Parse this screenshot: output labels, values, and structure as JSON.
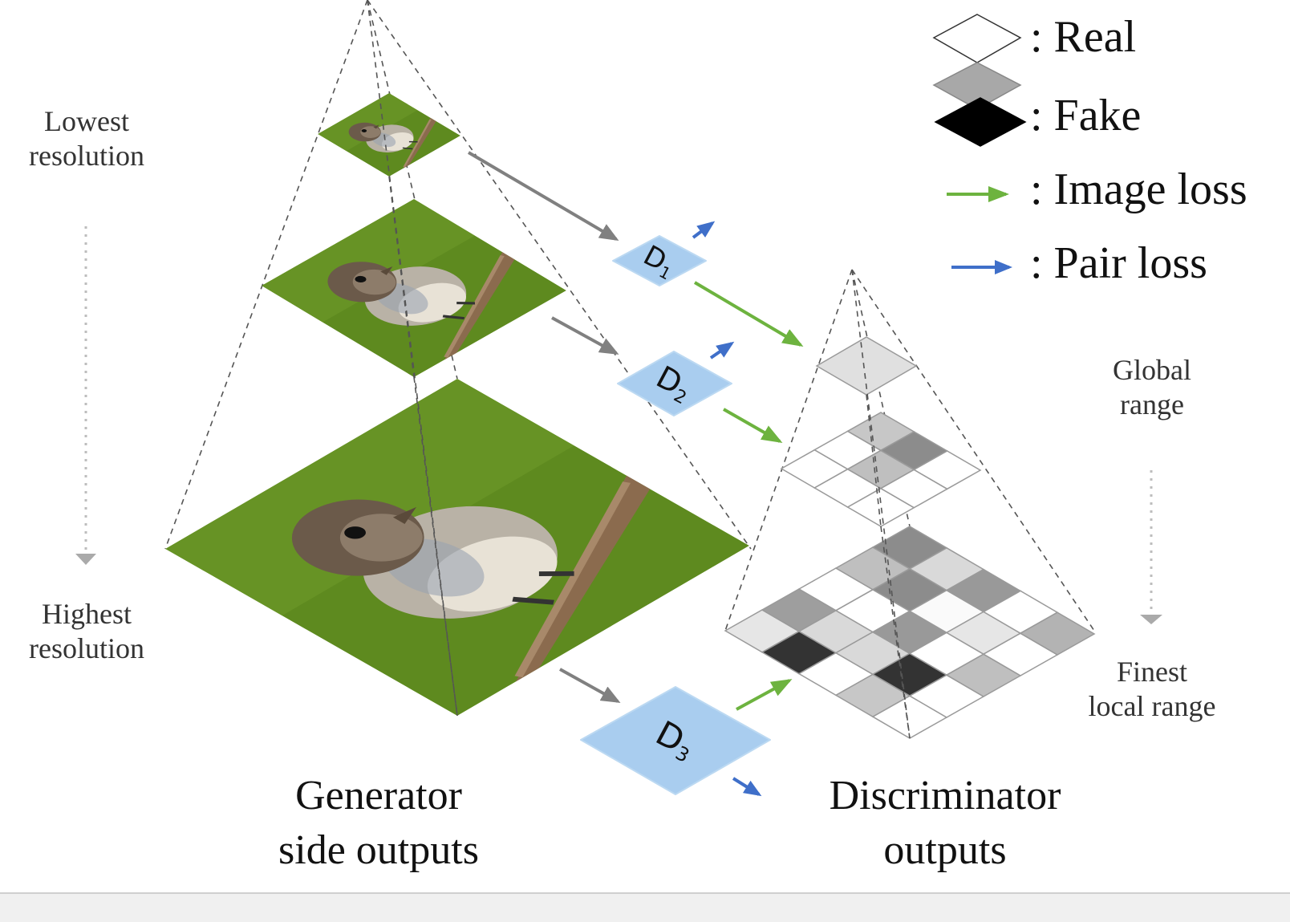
{
  "side_labels": {
    "lowest_line1": "Lowest",
    "lowest_line2": "resolution",
    "highest_line1": "Highest",
    "highest_line2": "resolution",
    "global_line1": "Global",
    "global_line2": "range",
    "finest_line1": "Finest",
    "finest_line2": "local range"
  },
  "captions": {
    "generator_line1": "Generator",
    "generator_line2": "side outputs",
    "discriminator_line1": "Discriminator",
    "discriminator_line2": "outputs"
  },
  "discriminators": [
    {
      "label": "D",
      "sub": "1"
    },
    {
      "label": "D",
      "sub": "2"
    },
    {
      "label": "D",
      "sub": "3"
    }
  ],
  "legend": {
    "real": ": Real",
    "fake": ": Fake",
    "image_loss": ": Image loss",
    "pair_loss": ": Pair loss"
  },
  "colors": {
    "image_loss_arrow": "#6db33f",
    "pair_loss_arrow": "#3f6fc9",
    "flow_arrow": "#808080",
    "discriminator_fill": "#a9cdef",
    "image_background": "#5e8a1f"
  },
  "discriminator_grids": {
    "level1": [
      [
        0.88
      ]
    ],
    "level2": [
      [
        1.0,
        1.0,
        0.78
      ],
      [
        1.0,
        0.75,
        0.55
      ],
      [
        1.0,
        1.0,
        1.0
      ]
    ],
    "level3": [
      [
        0.9,
        0.62,
        1.0,
        0.75,
        0.55
      ],
      [
        0.2,
        0.85,
        1.0,
        0.55,
        0.85
      ],
      [
        1.0,
        0.85,
        0.6,
        0.98,
        0.6
      ],
      [
        0.78,
        0.2,
        1.0,
        0.9,
        1.0
      ],
      [
        1.0,
        1.0,
        0.75,
        1.0,
        0.7
      ]
    ]
  }
}
